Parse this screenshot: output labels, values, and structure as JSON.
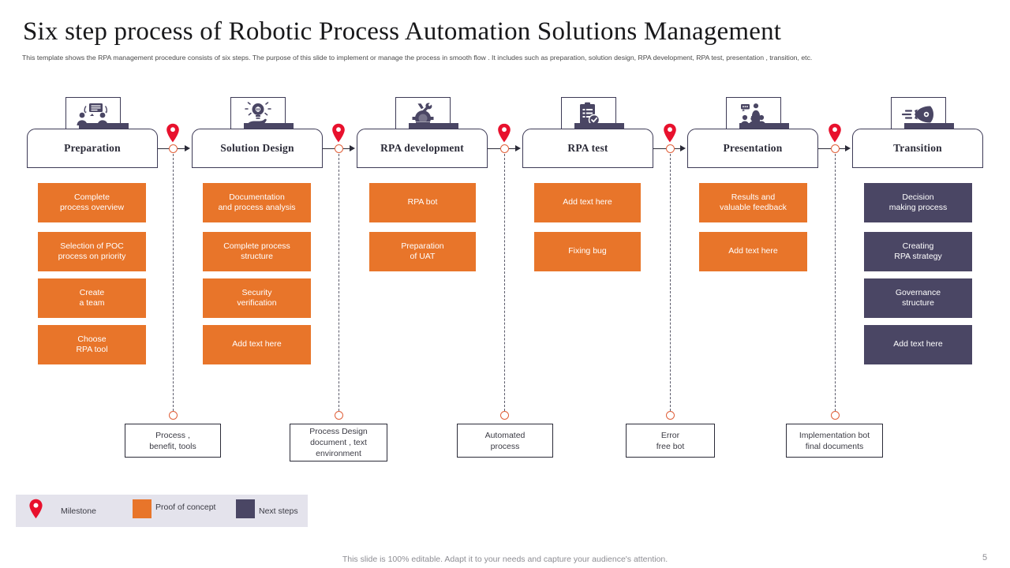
{
  "header": {
    "title": "Six step process of Robotic Process Automation Solutions Management",
    "subtitle": "This template shows the RPA management procedure consists of six steps. The purpose of this slide to implement or manage the process in smooth flow . It includes such as preparation, solution design, RPA development, RPA test, presentation , transition, etc."
  },
  "colors": {
    "orange": "#e8752a",
    "purple": "#4a4664",
    "pin_red": "#e8112d",
    "node_outline": "#e0603a",
    "legend_bg": "#e4e3ec"
  },
  "steps": [
    {
      "label": "Preparation",
      "icon": "team-collaboration-icon",
      "chips": [
        "Complete\nprocess overview",
        "Selection of POC\nprocess on priority",
        "Create\na team",
        "Choose\nRPA tool"
      ],
      "chip_type": "orange",
      "milestone_note": "Process ,\nbenefit, tools"
    },
    {
      "label": "Solution  Design",
      "icon": "idea-hand-bulb-icon",
      "chips": [
        "Documentation\nand process analysis",
        "Complete process\nstructure",
        "Security\nverification",
        "Add text here"
      ],
      "chip_type": "orange",
      "milestone_note": "Process Design\ndocument , text\nenvironment"
    },
    {
      "label": "RPA development",
      "icon": "gear-wrench-icon",
      "chips": [
        "RPA bot",
        "Preparation\nof UAT"
      ],
      "chip_type": "orange",
      "milestone_note": "Automated\nprocess"
    },
    {
      "label": "RPA test",
      "icon": "clipboard-check-icon",
      "chips": [
        "Add text here",
        "Fixing bug"
      ],
      "chip_type": "orange",
      "milestone_note": "Error\nfree bot"
    },
    {
      "label": "Presentation",
      "icon": "presenter-audience-icon",
      "chips": [
        "Results and\nvaluable feedback",
        "Add text here"
      ],
      "chip_type": "orange",
      "milestone_note": "Implementation bot\nfinal documents"
    },
    {
      "label": "Transition",
      "icon": "rocket-launch-icon",
      "chips": [
        "Decision\nmaking process",
        "Creating\nRPA strategy",
        "Governance\nstructure",
        "Add text here"
      ],
      "chip_type": "purple",
      "milestone_note": null
    }
  ],
  "legend": {
    "milestone_label": "Milestone",
    "poc_label": "Proof of concept",
    "next_steps_label": "Next steps",
    "milestone_icon": "map-pin-icon",
    "poc_swatch_color": "#e8752a",
    "next_steps_swatch_color": "#4a4664"
  },
  "footer": {
    "note": "This slide is 100% editable. Adapt it to your needs and capture your audience's attention.",
    "page_number": "5"
  }
}
